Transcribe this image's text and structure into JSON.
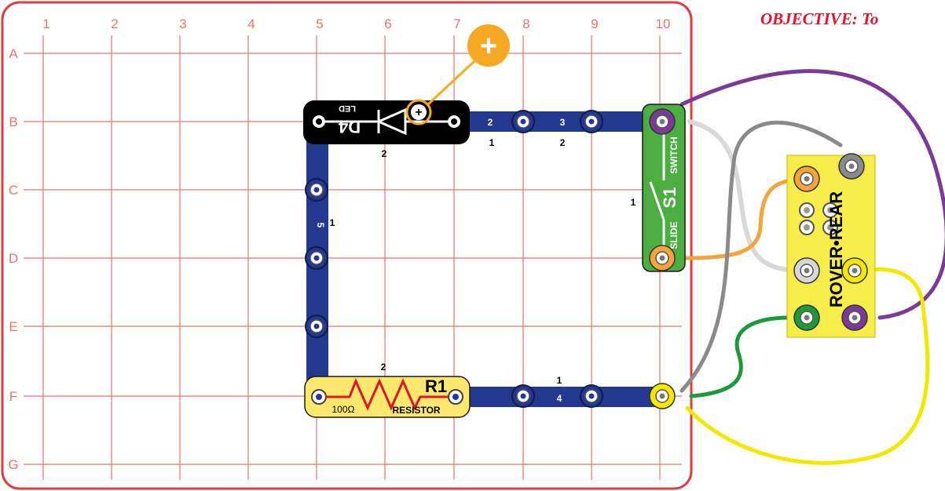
{
  "objective": "OBJECTIVE:  To",
  "grid": {
    "columns": [
      "1",
      "2",
      "3",
      "4",
      "5",
      "6",
      "7",
      "8",
      "9",
      "10"
    ],
    "rows": [
      "A",
      "B",
      "C",
      "D",
      "E",
      "F",
      "G"
    ]
  },
  "plus_marker": "+",
  "led": {
    "label": "D4",
    "sublabel": "LED",
    "plus": "+"
  },
  "resistor": {
    "label": "R1",
    "value": "100Ω",
    "name": "RESISTOR"
  },
  "switch": {
    "label": "S1",
    "slide": "SLIDE",
    "name": "SWITCH"
  },
  "rover": {
    "label": "ROVER•REAR"
  },
  "snap_labels": {
    "top_a": "2",
    "top_b": "3",
    "top_level_a": "1",
    "top_level_b": "2",
    "led_level": "2",
    "left_conn": "5",
    "left_level": "1",
    "switch_level": "1",
    "resistor_level": "2",
    "bottom_conn": "4",
    "bottom_level": "1"
  },
  "colors": {
    "grid": "#e8746d",
    "border": "#e03c3c",
    "snap": "#23388f",
    "led": "#000000",
    "resistor": "#fbe86c",
    "switch": "#4cae40",
    "rover": "#f6ec4a",
    "wire_purple": "#7b3a96",
    "wire_orange": "#f5a43a",
    "wire_white": "#d8d8d8",
    "wire_gray": "#8a8a8a",
    "wire_green": "#1a9a3a",
    "wire_yellow": "#f5e800",
    "marker": "#f7a823"
  }
}
